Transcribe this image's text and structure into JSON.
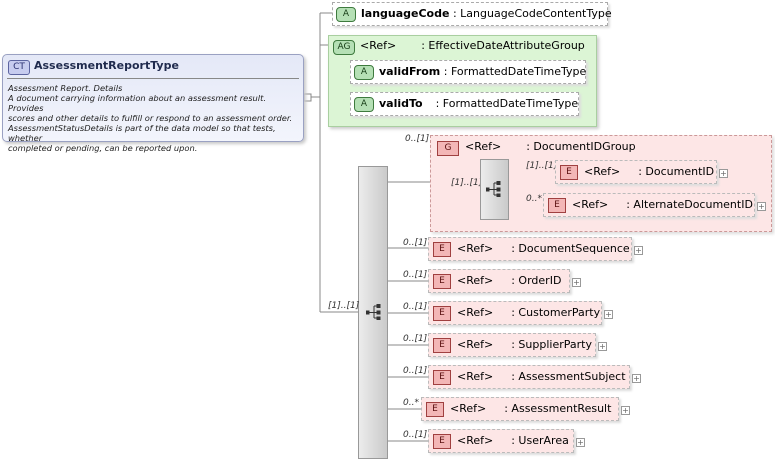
{
  "complex_type": {
    "badge": "CT",
    "name": "AssessmentReportType",
    "doc_title": "Assessment Report. Details",
    "doc_line1": "A document carrying information about an assessment result.  Provides",
    "doc_line2": "scores and other details to fulfill or respond to an assessment order.",
    "doc_line3": "AssessmentStatusDetails is part of the data model so that tests, whether",
    "doc_line4": "completed or pending, can be reported upon."
  },
  "attributes": {
    "badge": "A",
    "language_code": "languageCode",
    "language_code_type": ": LanguageCodeContentType",
    "valid_from": "validFrom",
    "valid_from_type": ": FormattedDateTimeType",
    "valid_to": "validTo",
    "valid_to_type": ": FormattedDateTimeType"
  },
  "attribute_group": {
    "badge": "AG",
    "ref": "<Ref>",
    "name": ": EffectiveDateAttributeGroup"
  },
  "group": {
    "badge": "G",
    "ref": "<Ref>",
    "name": ": DocumentIDGroup",
    "cardinality": "0..[1]",
    "inner_cardinality": "[1]..[1]"
  },
  "sequence": {
    "cardinality": "[1]..[1]"
  },
  "elements": [
    {
      "badge": "E",
      "ref": "<Ref>",
      "name": ": DocumentID",
      "cardinality": "[1]..[1]"
    },
    {
      "badge": "E",
      "ref": "<Ref>",
      "name": ": AlternateDocumentID",
      "cardinality": "0..*"
    },
    {
      "badge": "E",
      "ref": "<Ref>",
      "name": ": DocumentSequence",
      "cardinality": "0..[1]"
    },
    {
      "badge": "E",
      "ref": "<Ref>",
      "name": ": OrderID",
      "cardinality": "0..[1]"
    },
    {
      "badge": "E",
      "ref": "<Ref>",
      "name": ": CustomerParty",
      "cardinality": "0..[1]"
    },
    {
      "badge": "E",
      "ref": "<Ref>",
      "name": ": SupplierParty",
      "cardinality": "0..[1]"
    },
    {
      "badge": "E",
      "ref": "<Ref>",
      "name": ": AssessmentSubject",
      "cardinality": "0..[1]"
    },
    {
      "badge": "E",
      "ref": "<Ref>",
      "name": ": AssessmentResult",
      "cardinality": "0..*"
    },
    {
      "badge": "E",
      "ref": "<Ref>",
      "name": ": UserArea",
      "cardinality": "0..[1]"
    }
  ]
}
